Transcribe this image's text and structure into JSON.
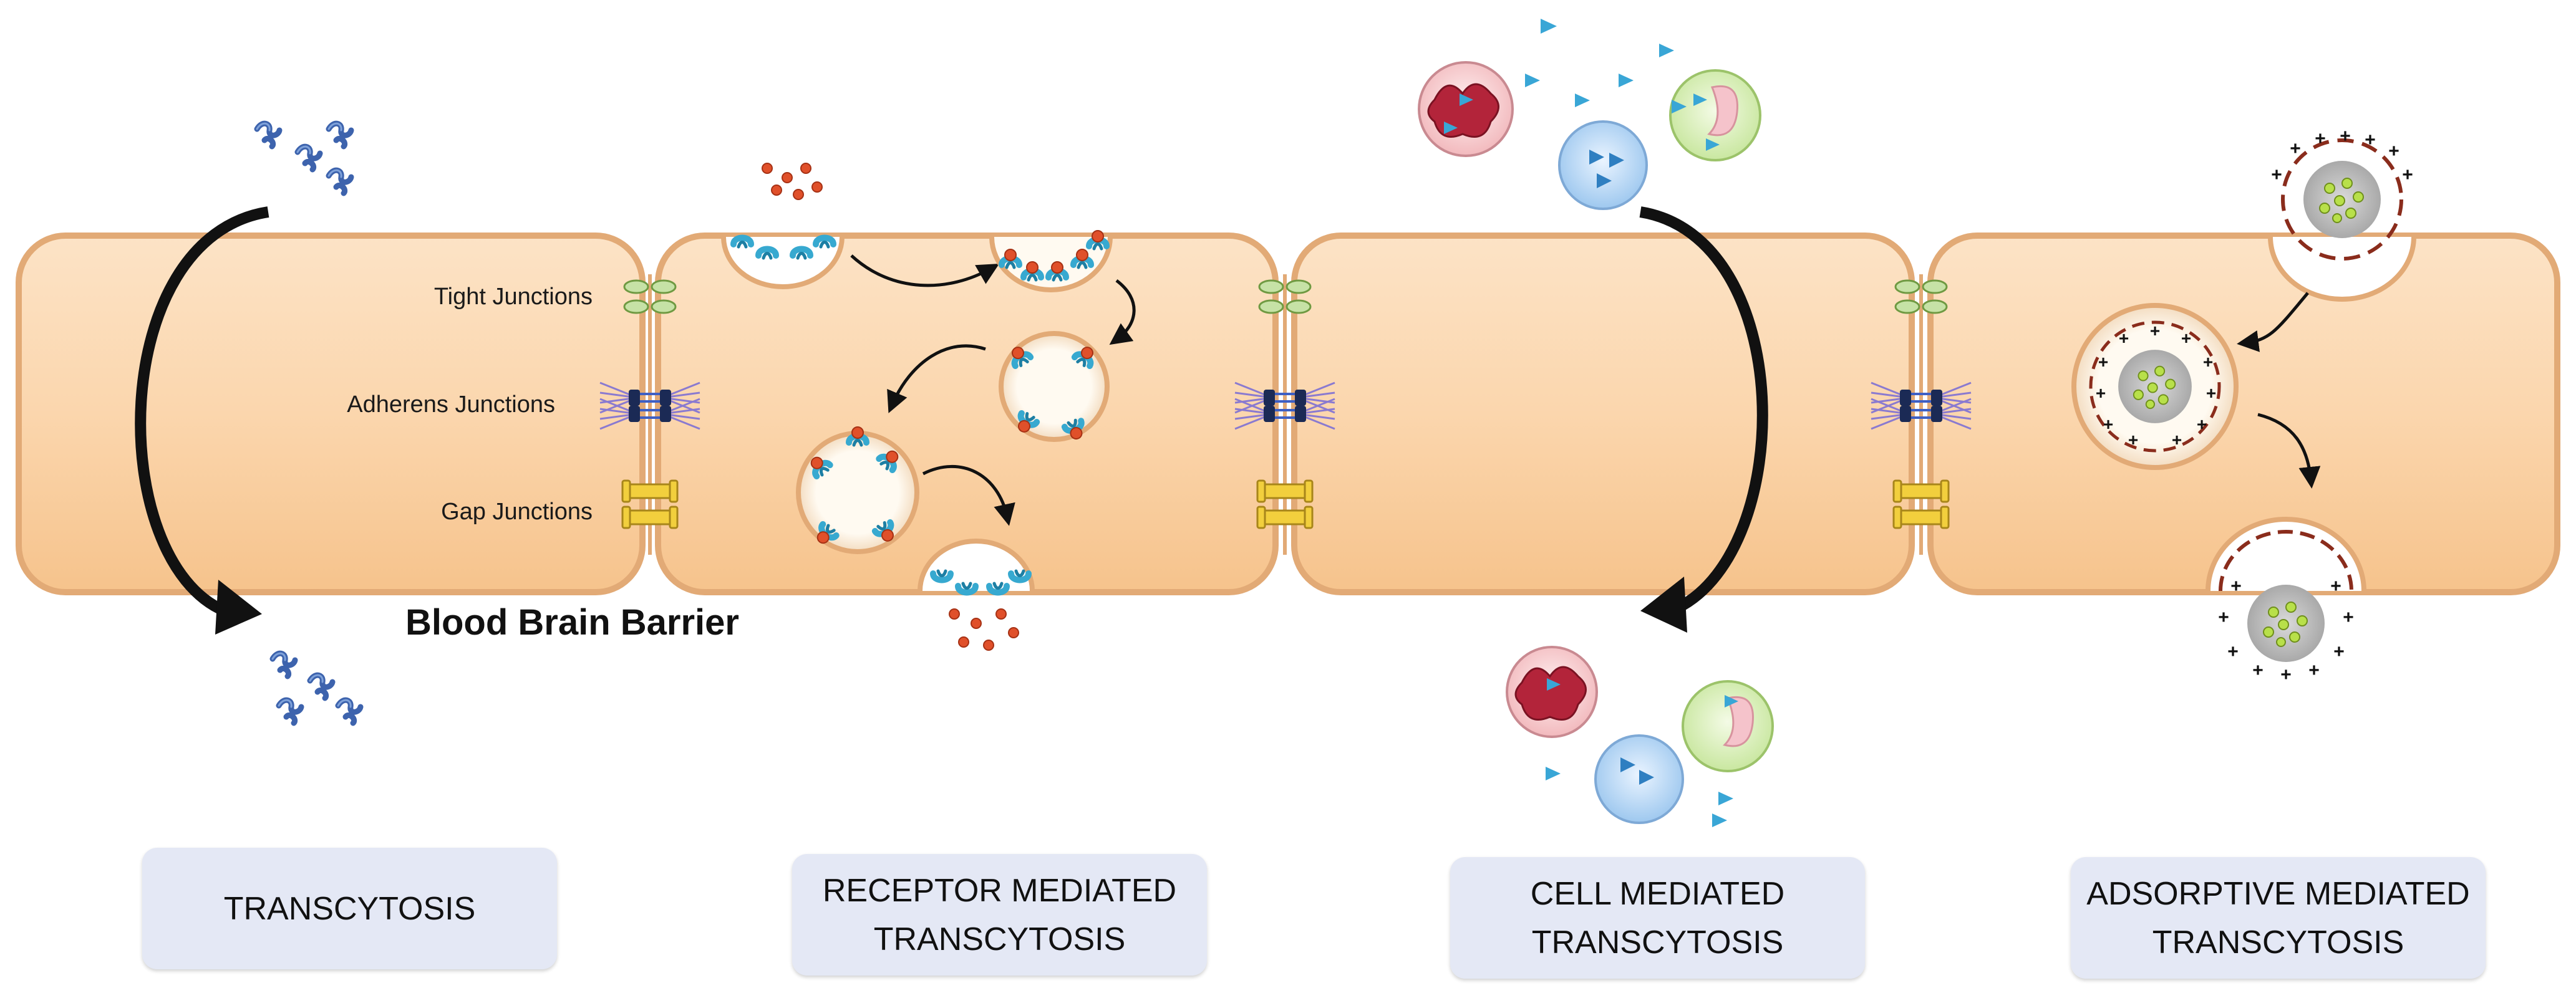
{
  "junctions": {
    "tight": "Tight Junctions",
    "adherens": "Adherens Junctions",
    "gap": "Gap Junctions"
  },
  "barrier_label": "Blood Brain Barrier",
  "mechanisms": [
    {
      "label": "TRANSCYTOSIS"
    },
    {
      "label": "RECEPTOR MEDIATED\nTRANSCYTOSIS"
    },
    {
      "label": "CELL MEDIATED\nTRANSCYTOSIS"
    },
    {
      "label": "ADSORPTIVE MEDIATED\nTRANSCYTOSIS"
    }
  ],
  "icons": {
    "cell": "endothelial-cell",
    "vesicle": "endocytic-vesicle",
    "leukocyte": "immune-cell",
    "molecule": "protein-molecule"
  },
  "colors": {
    "cell_fill": "#fbd7b0",
    "cell_edge": "#e7b07c",
    "box_fill": "#e4e8f5",
    "receptor": "#37a9d0",
    "ligand": "#e0502a",
    "tight_junction": "#c6e2a6",
    "gap_junction": "#f2cf3d",
    "drug_molecule": "#3d63ad"
  }
}
